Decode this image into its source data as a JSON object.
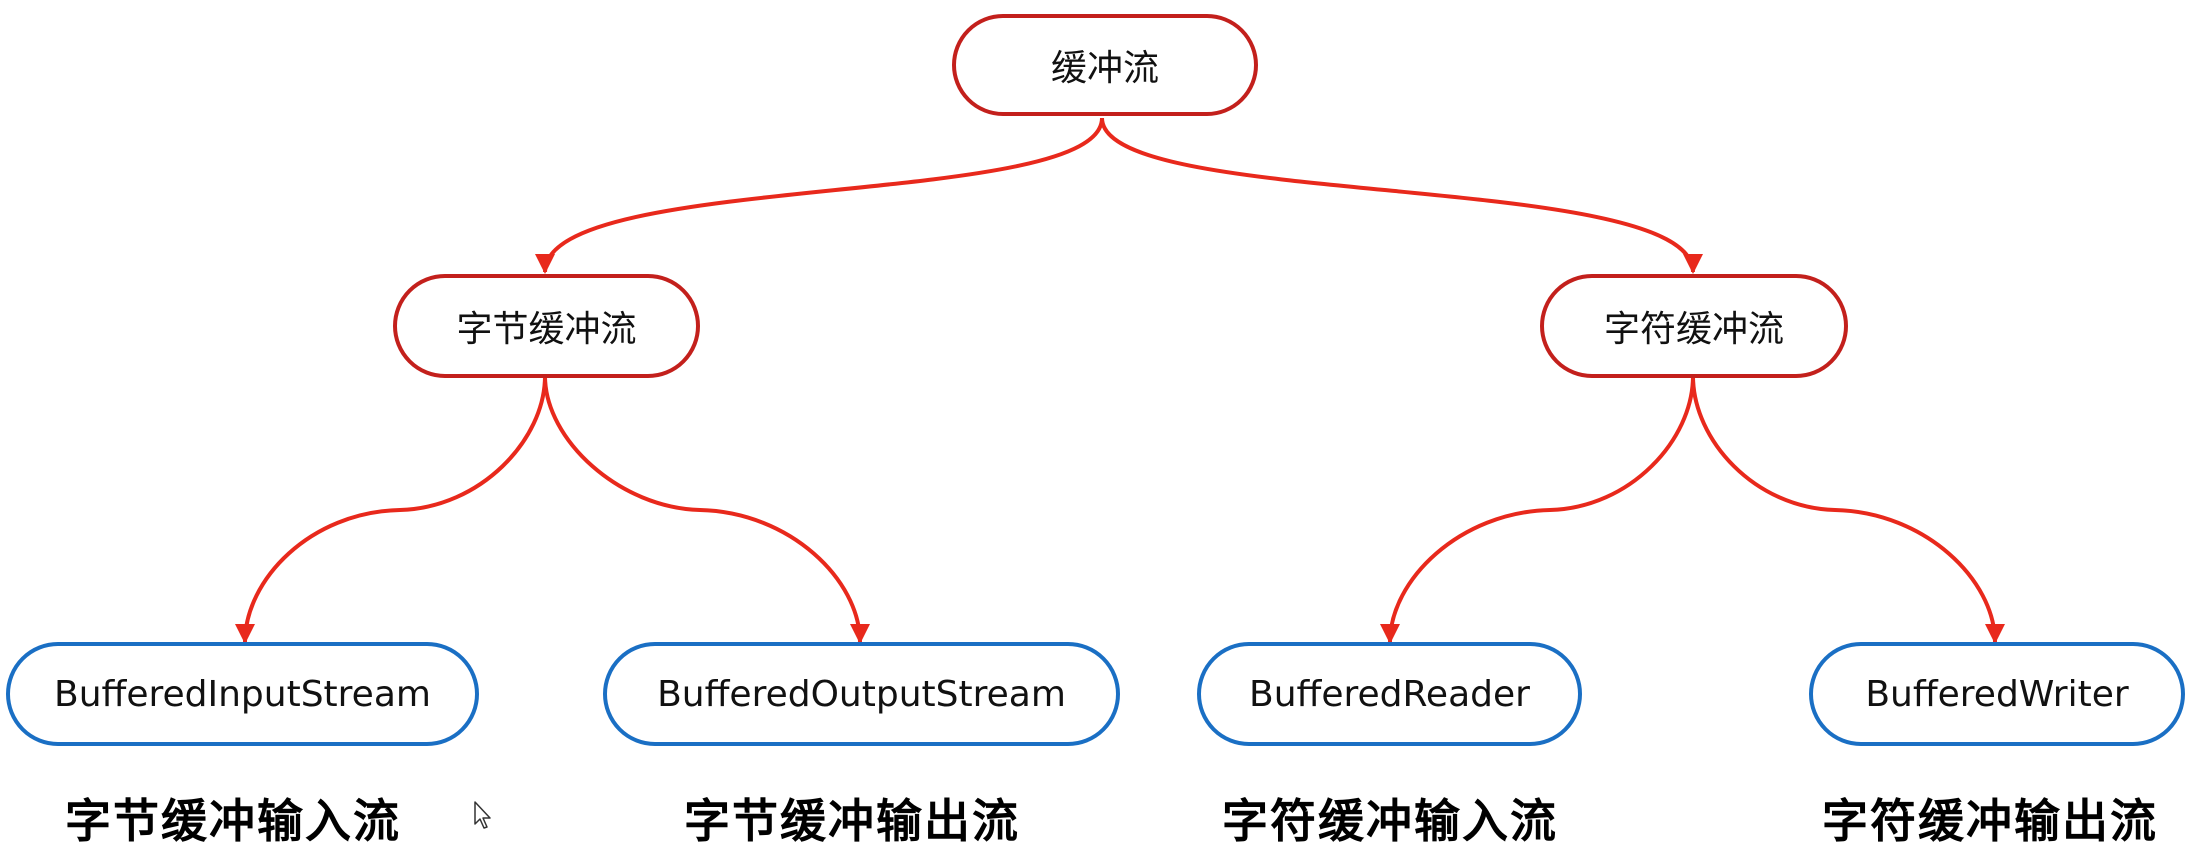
{
  "diagram": {
    "root": {
      "label": "缓冲流"
    },
    "branches": [
      {
        "label": "字节缓冲流",
        "children": [
          {
            "label": "BufferedInputStream",
            "caption": "字节缓冲输入流"
          },
          {
            "label": "BufferedOutputStream",
            "caption": "字节缓冲输出流"
          }
        ]
      },
      {
        "label": "字符缓冲流",
        "children": [
          {
            "label": "BufferedReader",
            "caption": "字符缓冲输入流"
          },
          {
            "label": "BufferedWriter",
            "caption": "字符缓冲输出流"
          }
        ]
      }
    ],
    "colors": {
      "edge": "#e8291c",
      "category_border": "#c3201c",
      "class_border": "#1a6fc4"
    }
  }
}
